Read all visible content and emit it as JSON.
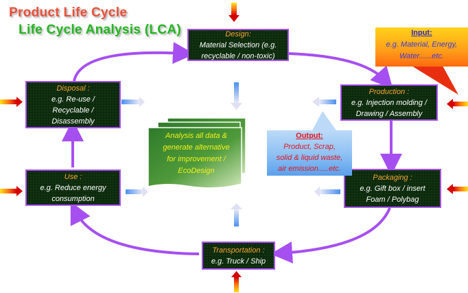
{
  "title": "Product Life Cycle",
  "subtitle": "Life Cycle Analysis (LCA)",
  "stages": {
    "design": {
      "label": "Design:",
      "text": [
        "Material Selection (e.g.",
        "recyclable / non-toxic)"
      ]
    },
    "production": {
      "label": "Production :",
      "text": [
        "e.g. Injection molding /",
        "Drawing / Assembly"
      ]
    },
    "packaging": {
      "label": "Packaging :",
      "text": [
        "e.g. Gift box / insert",
        "Foam / Polybag"
      ]
    },
    "transportation": {
      "label": "Transportation :",
      "text": [
        "e.g. Truck / Ship"
      ]
    },
    "use": {
      "label": "Use :",
      "text": [
        "e.g. Reduce energy",
        "consumption"
      ]
    },
    "disposal": {
      "label": "Disposal :",
      "text": [
        "e.g. Re-use /",
        "Recyclable /",
        "Disassembly"
      ]
    }
  },
  "analysis": {
    "text": [
      "Analysis all data &",
      "generate alternative",
      "for improvement /",
      "EcoDesign"
    ]
  },
  "input_callout": {
    "header": "Input:",
    "text": [
      "e.g. Material, Energy,",
      "Water......etc."
    ]
  },
  "output_callout": {
    "header": "Output:",
    "text": [
      "Product, Scrap,",
      "solid & liquid waste,",
      "air emission.....etc."
    ]
  },
  "colors": {
    "stage_bg": "#0d2a0d",
    "stage_border": "#a64ff0",
    "stage_label": "#f6a534",
    "cycle_arrow": "#a64ff0",
    "title": "#e8503a",
    "subtitle": "#22b61f",
    "analysis_text": "#f2f21a"
  }
}
